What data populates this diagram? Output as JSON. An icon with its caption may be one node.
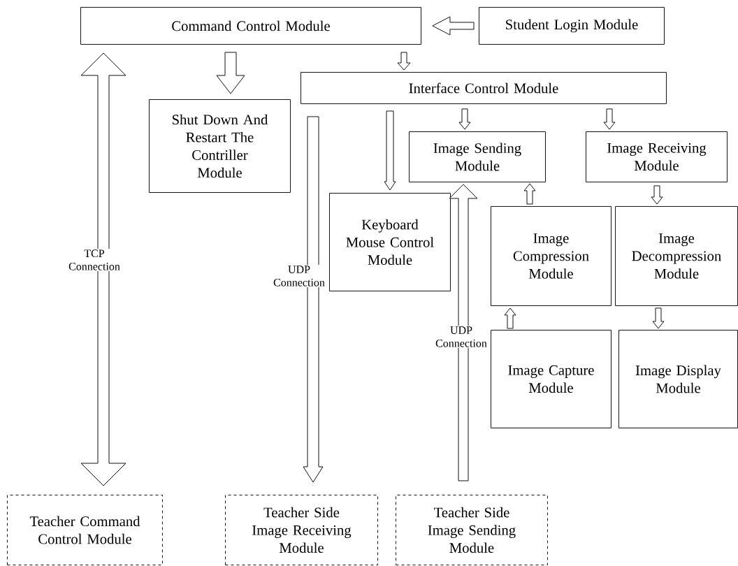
{
  "diagram": {
    "nodes": [
      {
        "text": [
          "Command Control Module"
        ]
      },
      {
        "text": [
          "Student Login Module"
        ]
      },
      {
        "text": [
          "Interface Control Module"
        ]
      },
      {
        "text": [
          "Shut Down And Restart The Contriller Module"
        ]
      },
      {
        "text": [
          "Image Sending Module"
        ]
      },
      {
        "text": [
          "Image Receiving Module"
        ]
      },
      {
        "text": [
          "Keyboard Mouse Control Module"
        ]
      },
      {
        "text": [
          "Image Compression Module"
        ]
      },
      {
        "text": [
          "Image Decompression Module"
        ]
      },
      {
        "text": [
          "Image Capture Module"
        ]
      },
      {
        "text": [
          "Image Display Module"
        ]
      },
      {
        "text": [
          "Teacher Command Control Module"
        ]
      },
      {
        "text": [
          "Teacher Side Image Receiving Module"
        ]
      },
      {
        "text": [
          "Teacher Side Image Sending Module"
        ]
      }
    ],
    "edges": [
      {
        "from": 1,
        "to": 0,
        "arrow": "to"
      },
      {
        "from": 0,
        "to": 3,
        "arrow": "to"
      },
      {
        "from": 0,
        "to": 2,
        "arrow": "to"
      },
      {
        "from": 0,
        "to": 11,
        "arrow": "both",
        "label": "TCP Connection"
      },
      {
        "from": 2,
        "to": 6,
        "arrow": "to"
      },
      {
        "from": 2,
        "to": 4,
        "arrow": "to"
      },
      {
        "from": 2,
        "to": 5,
        "arrow": "to"
      },
      {
        "from": 2,
        "to": 12,
        "arrow": "to",
        "label": "UDP Connection"
      },
      {
        "from": 13,
        "to": 4,
        "arrow": "to",
        "label": "UDP Connection"
      },
      {
        "from": 7,
        "to": 4,
        "arrow": "to"
      },
      {
        "from": 5,
        "to": 8,
        "arrow": "to"
      },
      {
        "from": 9,
        "to": 7,
        "arrow": "to"
      },
      {
        "from": 8,
        "to": 10,
        "arrow": "to"
      }
    ]
  }
}
